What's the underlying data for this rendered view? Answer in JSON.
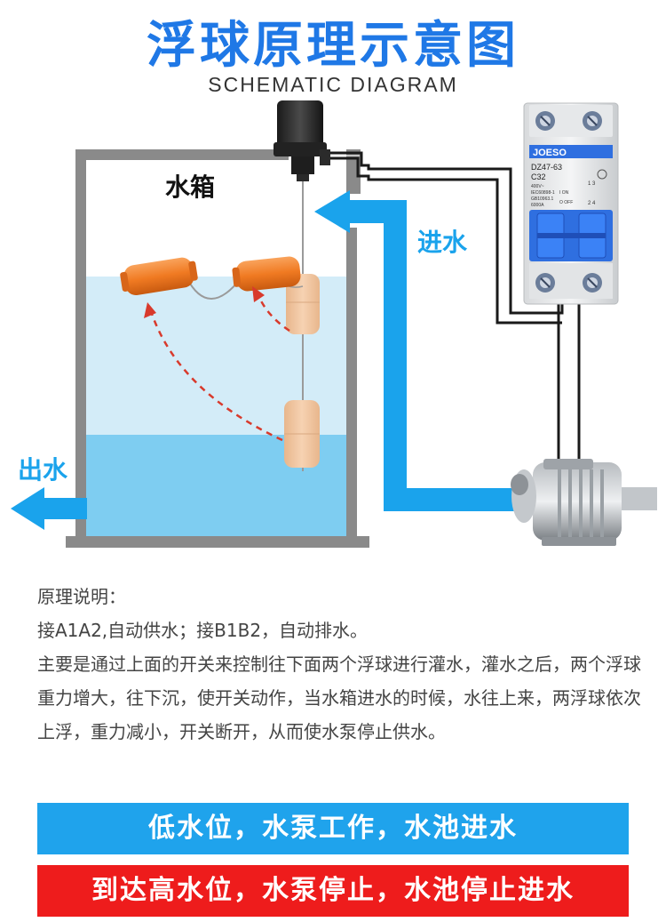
{
  "header": {
    "title": "浮球原理示意图",
    "subtitle": "SCHEMATIC DIAGRAM"
  },
  "diagram": {
    "tank_label": "水箱",
    "inlet_label": "进水",
    "outlet_label": "出水",
    "breaker": {
      "brand": "JOESO",
      "model": "DZ47-63",
      "rating": "C32",
      "spec_lines": [
        "400V~",
        "IEC60898-1",
        "GB10963.1",
        "6000A"
      ],
      "on_label": "I ON",
      "off_label": "O OFF",
      "terminal_top": "1  3",
      "terminal_bottom": "2  4"
    },
    "colors": {
      "water_light": "#d2ecf8",
      "water_deep": "#7ccdf1",
      "flow_arrow": "#1aa3ec",
      "float": "#f07a22",
      "float_faded": "#f3c6a0",
      "dashed_arrow": "#d83a2c",
      "tank_wall": "#8a8a8a",
      "breaker_blue": "#2f6fe0"
    }
  },
  "description": {
    "heading": "原理说明：",
    "line1": "接A1A2,自动供水；接B1B2，自动排水。",
    "body": "主要是通过上面的开关来控制往下面两个浮球进行灌水，灌水之后，两个浮球重力增大，往下沉，使开关动作，当水箱进水的时候，水往上来，两浮球依次上浮，重力减小，开关断开，从而使水泵停止供水。"
  },
  "banners": {
    "low": {
      "text": "低水位，水泵工作，水池进水",
      "color": "#1fa3ec"
    },
    "high": {
      "text": "到达高水位，水泵停止，水池停止进水",
      "color": "#ee1c1c"
    }
  }
}
